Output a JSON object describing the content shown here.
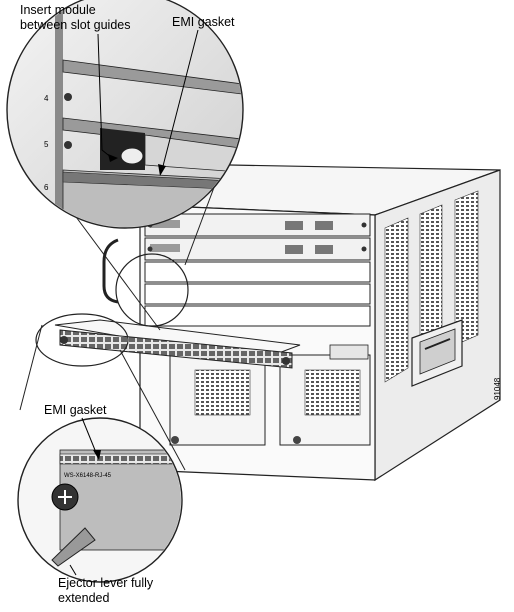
{
  "callouts": {
    "insert_module_line1": "Insert module",
    "insert_module_line2": "between slot guides",
    "emi_gasket_top": "EMI gasket",
    "emi_gasket_bottom": "EMI gasket",
    "ejector_line1": "Ejector lever fully",
    "ejector_line2": "extended"
  },
  "slot_numbers": [
    "4",
    "5",
    "6"
  ],
  "figure_id": "91048",
  "module_label": "WS-X6148-RJ-45"
}
